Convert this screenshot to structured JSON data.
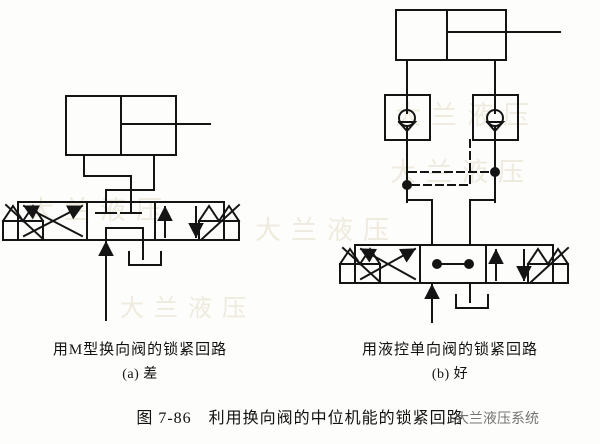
{
  "figure": {
    "number": "图 7-86",
    "title": "利用换向阀的中位机能的锁紧回路",
    "full_caption": "图 7-86　利用换向阀的中位机能的锁紧回路"
  },
  "watermark": {
    "text": "大兰液压系统",
    "background_text": "大兰液压"
  },
  "panels": [
    {
      "id": "a",
      "caption": "用M型换向阀的锁紧回路",
      "label": "(a) 差",
      "verdict": "差",
      "valve_type": "M型换向阀",
      "components": [
        "液压缸",
        "三位四通M型换向阀",
        "油箱",
        "液压泵供油"
      ]
    },
    {
      "id": "b",
      "caption": "用液控单向阀的锁紧回路",
      "label": "(b) 好",
      "verdict": "好",
      "valve_type": "液控单向阀 + O型换向阀",
      "components": [
        "液压缸",
        "液控单向阀×2",
        "三位四通O型换向阀",
        "油箱",
        "液压泵供油"
      ]
    }
  ],
  "colors": {
    "line": "#141414",
    "background": "#fdfdfb",
    "watermark": "#5c5c5c",
    "background_watermark": "#efeade"
  }
}
